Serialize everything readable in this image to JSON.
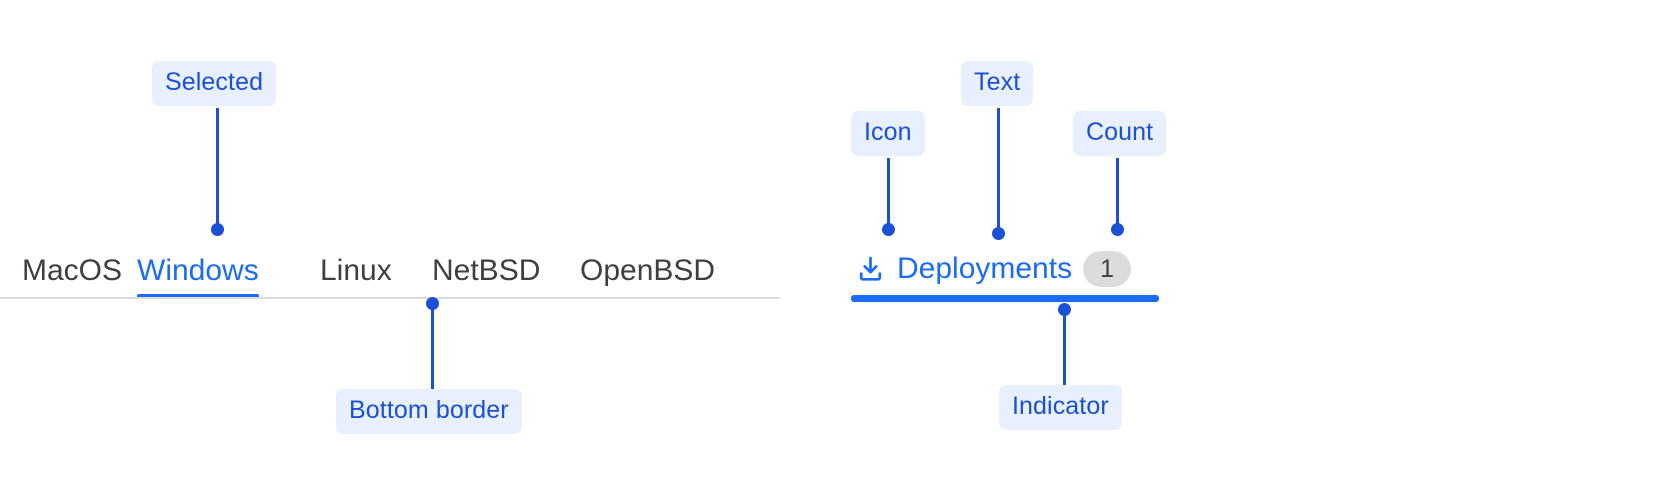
{
  "left_group": {
    "tabs": [
      {
        "label": "MacOS",
        "selected": false
      },
      {
        "label": "Windows",
        "selected": true
      },
      {
        "label": "Linux",
        "selected": false
      },
      {
        "label": "NetBSD",
        "selected": false
      },
      {
        "label": "OpenBSD",
        "selected": false
      }
    ],
    "annotations": {
      "selected": "Selected",
      "bottom_border": "Bottom border"
    }
  },
  "right_group": {
    "tab": {
      "icon": "download-icon",
      "label": "Deployments",
      "count": "1"
    },
    "annotations": {
      "icon": "Icon",
      "text": "Text",
      "count": "Count",
      "indicator": "Indicator"
    }
  },
  "colors": {
    "accent": "#1a6cf5",
    "annotation_text": "#1a4fd8",
    "annotation_bg": "#e8f0fe",
    "tab_text": "#3c4043",
    "rule": "#dadce0",
    "count_bg": "#dcdcdc"
  }
}
